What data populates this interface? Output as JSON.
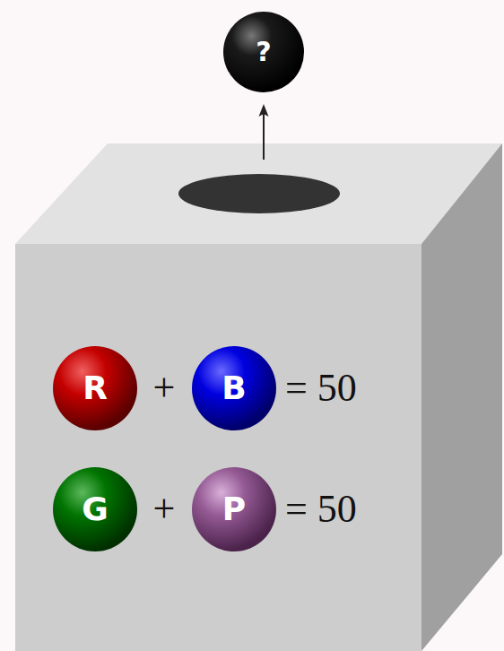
{
  "diagram": {
    "nodes": [
      {
        "text": [
          "?"
        ]
      },
      {
        "text": [
          "R"
        ]
      },
      {
        "text": [
          "B"
        ]
      },
      {
        "text": [
          "G"
        ]
      },
      {
        "text": [
          "P"
        ]
      }
    ],
    "labels": [
      "+",
      "= 50",
      "+",
      "= 50"
    ]
  }
}
